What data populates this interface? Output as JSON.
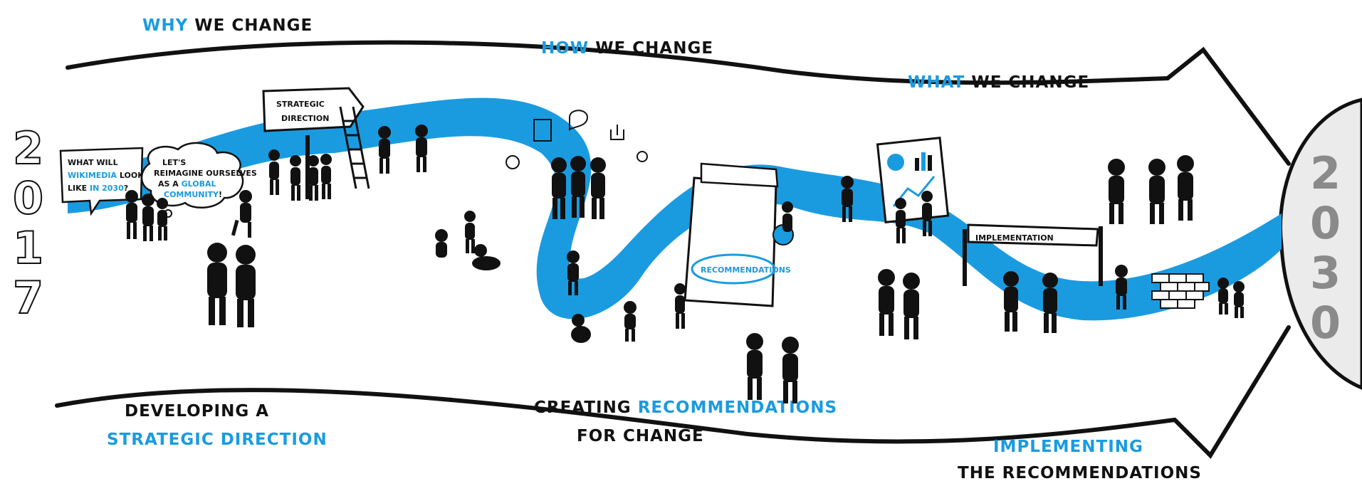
{
  "colors": {
    "river": "#1a9be0",
    "ink": "#111111",
    "accent": "#1a9be0",
    "end_disk": "#ebebeb"
  },
  "top_labels": {
    "why_accent": "WHY",
    "why_rest": "WE CHANGE",
    "how_accent": "HOW",
    "how_rest": "WE CHANGE",
    "what_accent": "WHAT",
    "what_rest": "WE CHANGE"
  },
  "bottom_labels": {
    "developing_line1": "DEVELOPING A",
    "developing_line2": "STRATEGIC DIRECTION",
    "creating_word": "CREATING",
    "creating_accent": "RECOMMENDATIONS",
    "creating_line2": "FOR CHANGE",
    "implementing_line1": "IMPLEMENTING",
    "implementing_line2": "THE RECOMMENDATIONS"
  },
  "start_year_digits": [
    "2",
    "0",
    "1",
    "7"
  ],
  "end_year_digits": [
    "2",
    "0",
    "3",
    "0"
  ],
  "speech_bubble": {
    "line1": "WHAT WILL",
    "line2_accent": "WIKIMEDIA",
    "line2_rest": "LOOK",
    "line3_rest": "LIKE",
    "line3_accent": "IN 2030",
    "line3_q": "?"
  },
  "thought_bubble": {
    "line1": "LET'S",
    "line2": "REIMAGINE OURSELVES",
    "line3_rest": "AS A",
    "line3_accent": "GLOBAL",
    "line4_accent": "COMMUNITY",
    "line4_rest": "!"
  },
  "signpost": {
    "line1": "STRATEGIC",
    "line2": "DIRECTION"
  },
  "folder_label": "RECOMMENDATIONS",
  "banner_label": "IMPLEMENTATION"
}
